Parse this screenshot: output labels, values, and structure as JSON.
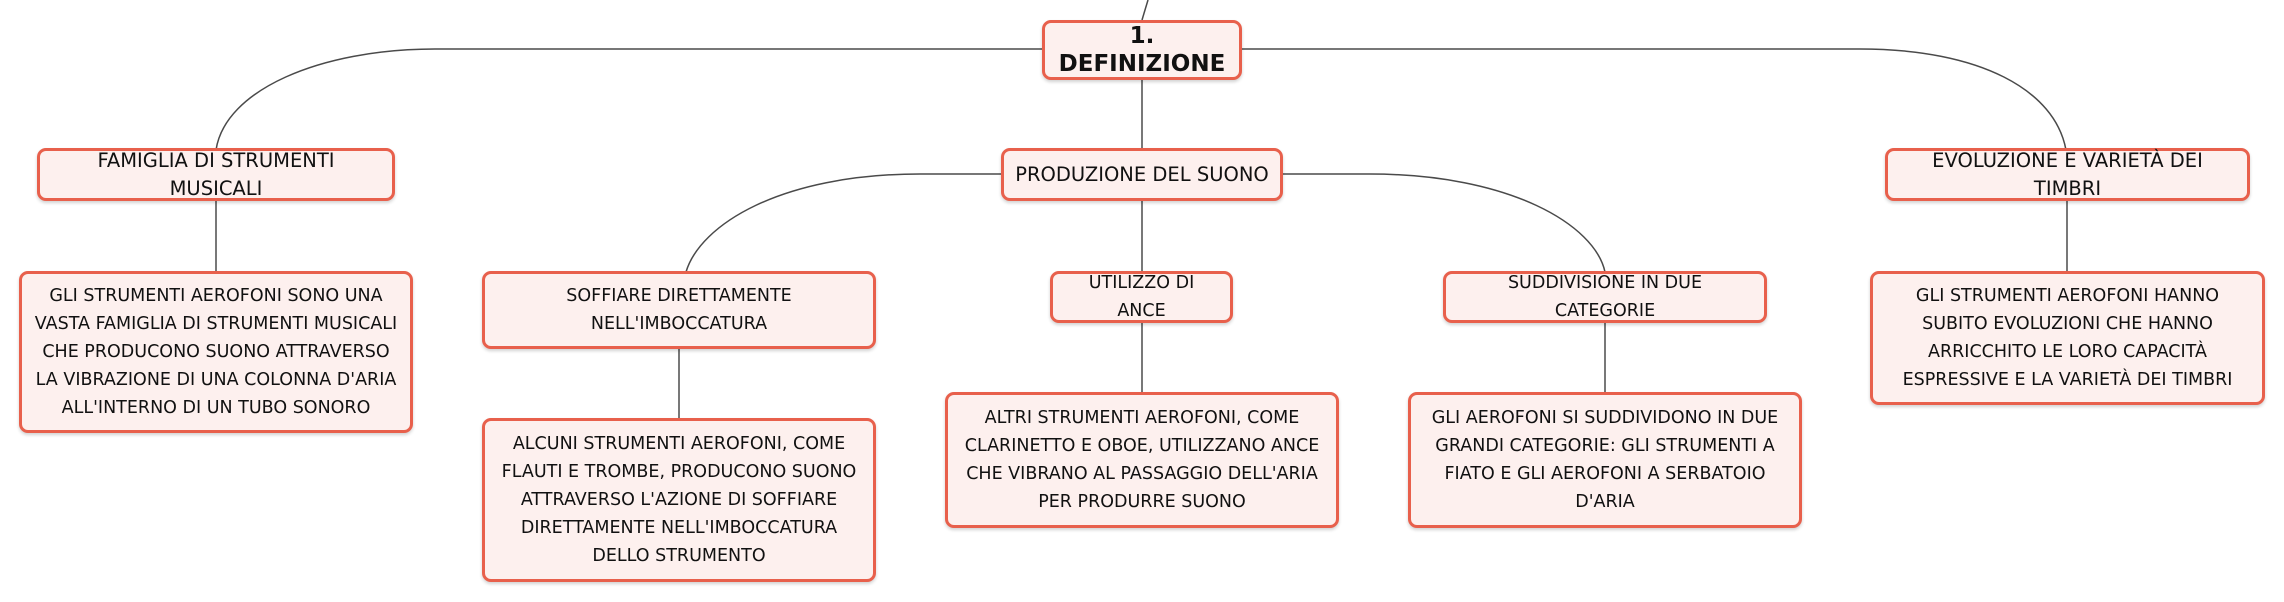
{
  "theme": {
    "border": "#e8604c",
    "fill": "#fdf0ee",
    "line": "#4a4a4a",
    "text": "#111111"
  },
  "root": {
    "label": "1. DEFINIZIONE"
  },
  "branches": [
    {
      "label": "FAMIGLIA DI STRUMENTI MUSICALI",
      "note": "GLI STRUMENTI AEROFONI SONO UNA VASTA FAMIGLIA DI STRUMENTI MUSICALI CHE PRODUCONO SUONO ATTRAVERSO LA VIBRAZIONE DI UNA COLONNA D'ARIA ALL'INTERNO DI UN TUBO SONORO"
    },
    {
      "label": "PRODUZIONE DEL SUONO",
      "children": [
        {
          "label": "SOFFIARE DIRETTAMENTE NELL'IMBOCCATURA",
          "note": "ALCUNI STRUMENTI AEROFONI, COME FLAUTI E TROMBE, PRODUCONO SUONO ATTRAVERSO L'AZIONE DI SOFFIARE DIRETTAMENTE NELL'IMBOCCATURA DELLO STRUMENTO"
        },
        {
          "label": "UTILIZZO DI ANCE",
          "note": "ALTRI STRUMENTI AEROFONI, COME CLARINETTO E OBOE, UTILIZZANO ANCE CHE VIBRANO AL PASSAGGIO DELL'ARIA PER PRODURRE SUONO"
        },
        {
          "label": "SUDDIVISIONE IN DUE CATEGORIE",
          "note": "GLI AEROFONI SI SUDDIVIDONO IN DUE GRANDI CATEGORIE: GLI STRUMENTI A FIATO E GLI AEROFONI A SERBATOIO D'ARIA"
        }
      ]
    },
    {
      "label": "EVOLUZIONE E VARIETÀ DEI TIMBRI",
      "note": "GLI STRUMENTI AEROFONI HANNO SUBITO EVOLUZIONI CHE HANNO ARRICCHITO LE LORO CAPACITÀ ESPRESSIVE E LA VARIETÀ DEI TIMBRI"
    }
  ]
}
